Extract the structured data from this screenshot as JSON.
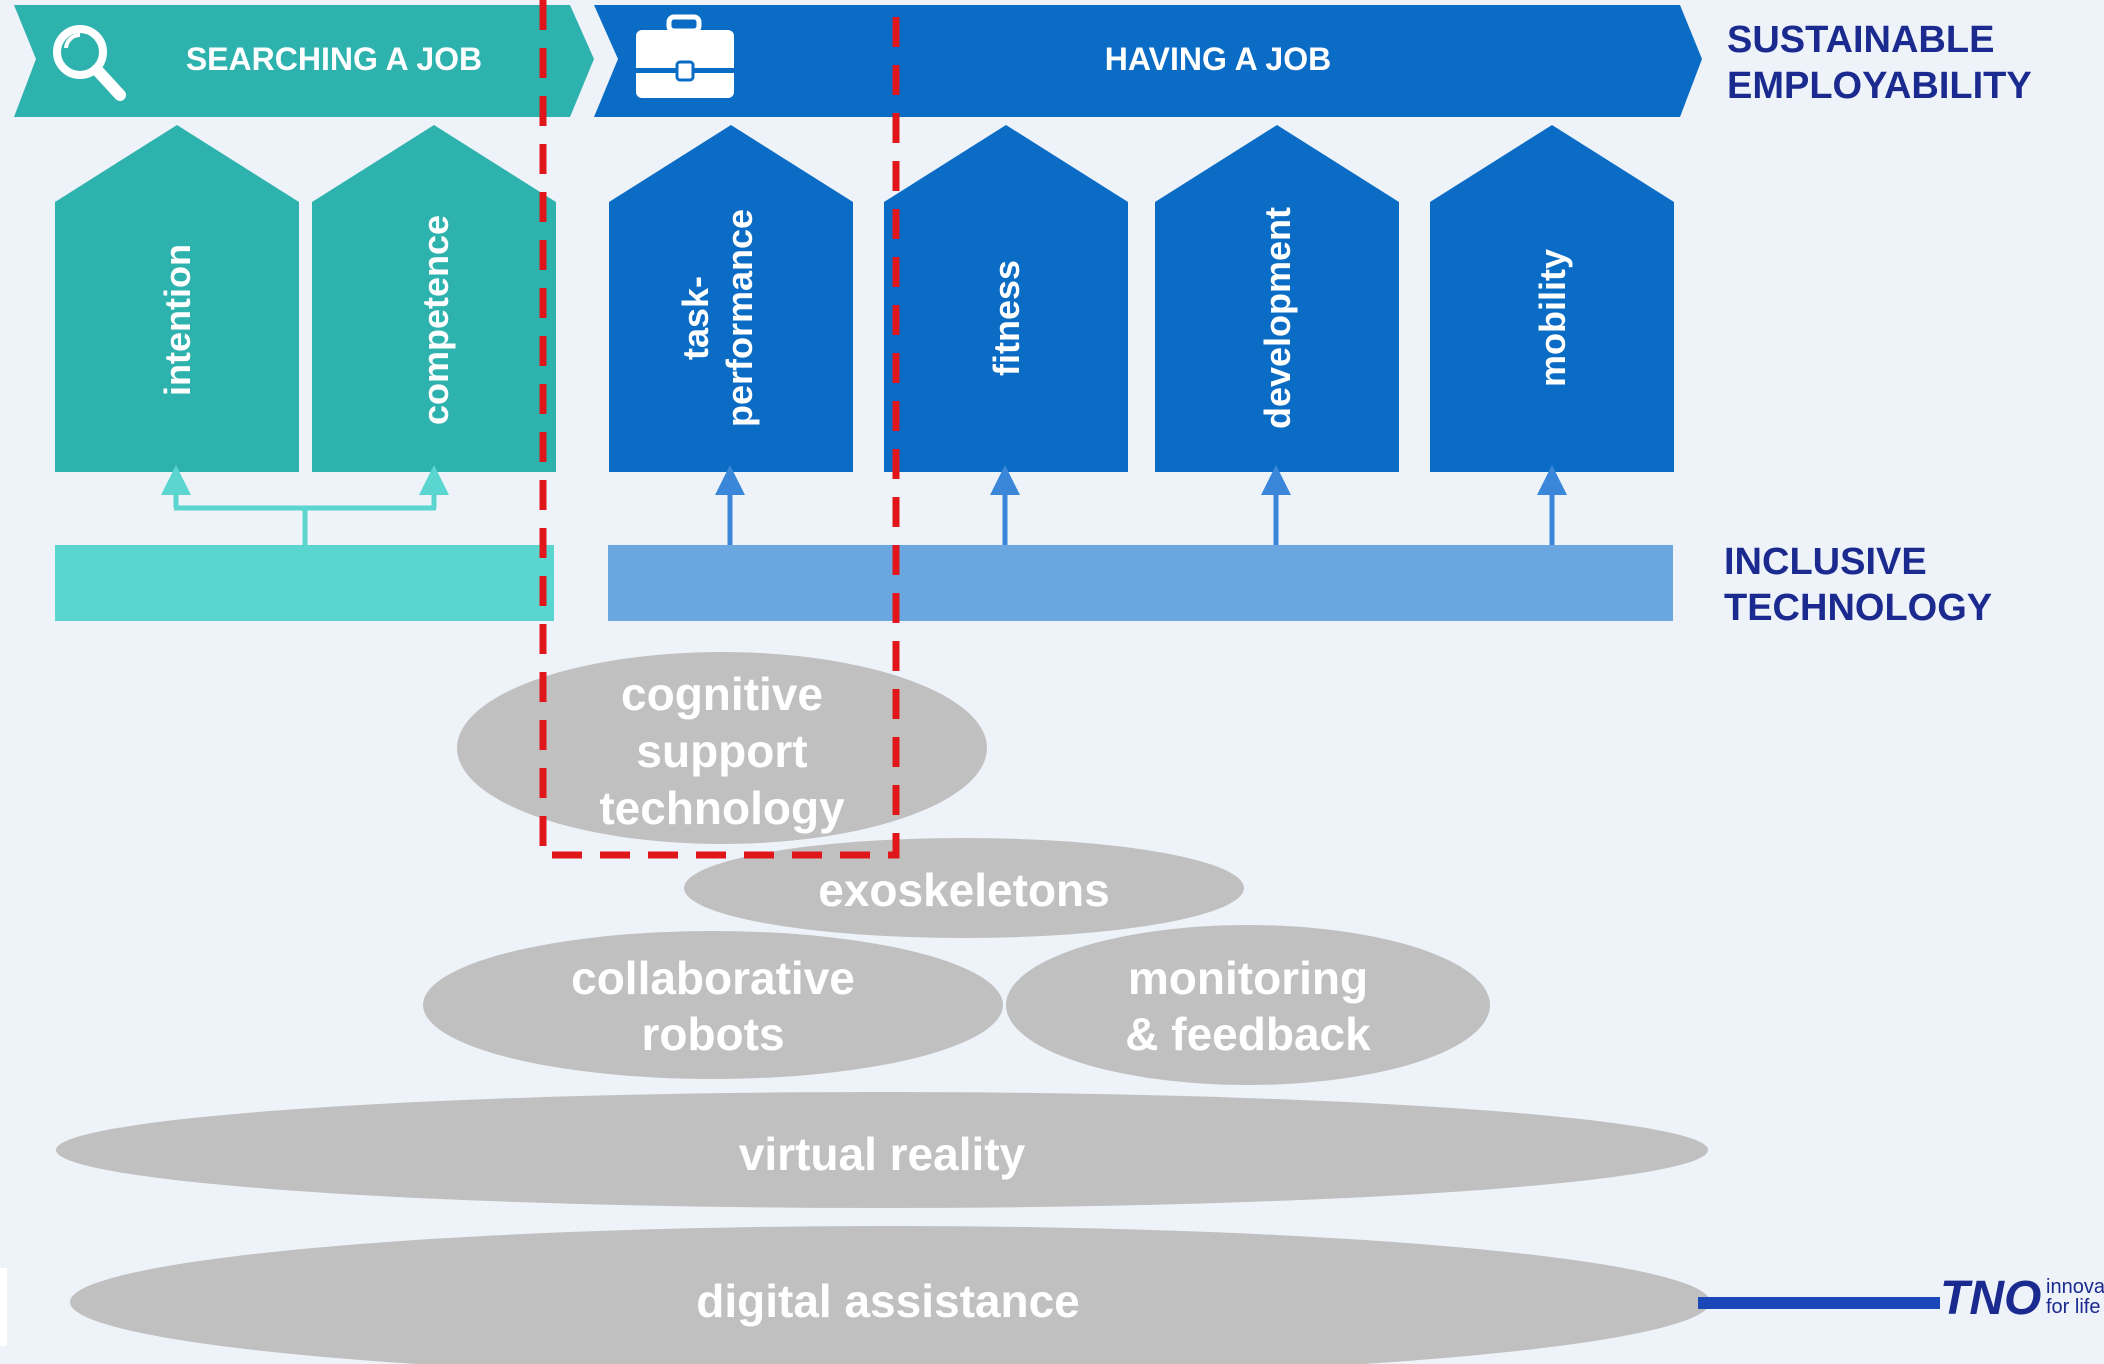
{
  "banners": {
    "searching": {
      "label": "SEARCHING A JOB",
      "icon": "magnifier-icon",
      "color": "#2eb2ad"
    },
    "having": {
      "label": "HAVING A JOB",
      "icon": "briefcase-icon",
      "color": "#0a6cc4"
    }
  },
  "headings": {
    "sustainable": [
      "SUSTAINABLE",
      "EMPLOYABILITY"
    ],
    "inclusive": [
      "INCLUSIVE",
      "TECHNOLOGY"
    ]
  },
  "pillars": [
    {
      "id": "intention",
      "lines": [
        "intention"
      ]
    },
    {
      "id": "competence",
      "lines": [
        "competence"
      ]
    },
    {
      "id": "task-performance",
      "lines": [
        "task-",
        "performance"
      ]
    },
    {
      "id": "fitness",
      "lines": [
        "fitness"
      ]
    },
    {
      "id": "development",
      "lines": [
        "development"
      ]
    },
    {
      "id": "mobility",
      "lines": [
        "mobility"
      ]
    }
  ],
  "technologies": [
    {
      "id": "cognitive-support-technology",
      "lines": [
        "cognitive",
        "support",
        "technology"
      ]
    },
    {
      "id": "exoskeletons",
      "lines": [
        "exoskeletons"
      ]
    },
    {
      "id": "collaborative-robots",
      "lines": [
        "collaborative",
        "robots"
      ]
    },
    {
      "id": "monitoring-feedback",
      "lines": [
        "monitoring",
        "& feedback"
      ]
    },
    {
      "id": "virtual-reality",
      "lines": [
        "virtual reality"
      ]
    },
    {
      "id": "digital-assistance",
      "lines": [
        "digital assistance"
      ]
    }
  ],
  "logo": {
    "mark": "TNO",
    "tagline": [
      "innova",
      "for life"
    ]
  },
  "colors": {
    "teal": "#2eb2ad",
    "teal_light": "#5ad5cf",
    "blue": "#0a6cc4",
    "blue_light": "#6aa7e0",
    "ellipse": "#c0c0c0",
    "navy": "#1a2a8f",
    "dashed_red": "#e0161b",
    "background": "#eef2f9"
  }
}
